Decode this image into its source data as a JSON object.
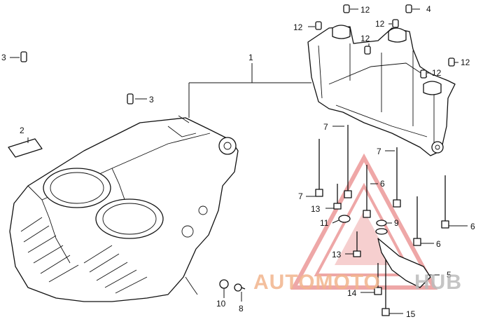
{
  "callouts": [
    {
      "id": "c1",
      "text": "1"
    },
    {
      "id": "c2",
      "text": "2"
    },
    {
      "id": "c3a",
      "text": "3"
    },
    {
      "id": "c3b",
      "text": "3"
    },
    {
      "id": "c4",
      "text": "4"
    },
    {
      "id": "c5",
      "text": "5"
    },
    {
      "id": "c6a",
      "text": "6"
    },
    {
      "id": "c6b",
      "text": "6"
    },
    {
      "id": "c6c",
      "text": "6"
    },
    {
      "id": "c7a",
      "text": "7"
    },
    {
      "id": "c7b",
      "text": "7"
    },
    {
      "id": "c7c",
      "text": "7"
    },
    {
      "id": "c8",
      "text": "8"
    },
    {
      "id": "c9",
      "text": "9"
    },
    {
      "id": "c10",
      "text": "10"
    },
    {
      "id": "c11",
      "text": "11"
    },
    {
      "id": "c12a",
      "text": "12"
    },
    {
      "id": "c12b",
      "text": "12"
    },
    {
      "id": "c12c",
      "text": "12"
    },
    {
      "id": "c12d",
      "text": "12"
    },
    {
      "id": "c12e",
      "text": "12"
    },
    {
      "id": "c12f",
      "text": "12"
    },
    {
      "id": "c13a",
      "text": "13"
    },
    {
      "id": "c13b",
      "text": "13"
    },
    {
      "id": "c14",
      "text": "14"
    },
    {
      "id": "c15",
      "text": "15"
    }
  ],
  "watermark": {
    "text_part1": "AUTOMOTO",
    "text_part2": "HUB",
    "color_primary": "#f2b48c",
    "color_secondary": "#cccccc",
    "logo_color": "#e98a8a"
  }
}
